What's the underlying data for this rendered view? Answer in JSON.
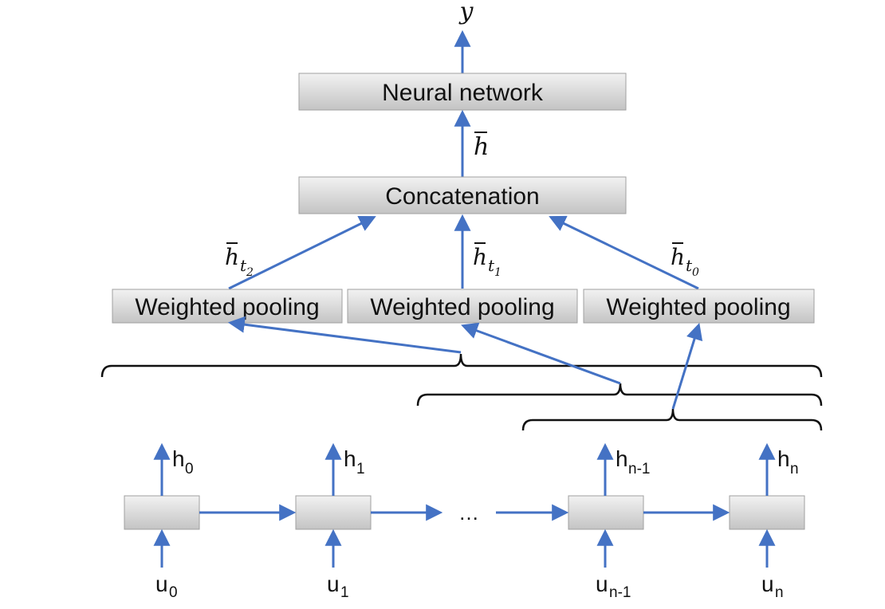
{
  "colors": {
    "arrow": "#4472c4",
    "box_fill_top": "#f2f2f2",
    "box_fill_bottom": "#c4c4c4",
    "box_stroke": "#a0a0a0",
    "bracket": "#111111",
    "text": "#111111"
  },
  "output": {
    "label": "y"
  },
  "neural_network": {
    "label": "Neural network"
  },
  "h_bar": {
    "symbol": "h"
  },
  "concatenation": {
    "label": "Concatenation"
  },
  "pool_edges": [
    {
      "symbol": "h",
      "sub": "t",
      "subsub": "2"
    },
    {
      "symbol": "h",
      "sub": "t",
      "subsub": "1"
    },
    {
      "symbol": "h",
      "sub": "t",
      "subsub": "0"
    }
  ],
  "pooling": [
    {
      "label": "Weighted pooling"
    },
    {
      "label": "Weighted pooling"
    },
    {
      "label": "Weighted pooling"
    }
  ],
  "rnn_cells": [
    {
      "h": "h",
      "h_sub": "0",
      "u": "u",
      "u_sub": "0"
    },
    {
      "h": "h",
      "h_sub": "1",
      "u": "u",
      "u_sub": "1"
    },
    {
      "h": "h",
      "h_sub": "n-1",
      "u": "u",
      "u_sub": "n-1"
    },
    {
      "h": "h",
      "h_sub": "n",
      "u": "u",
      "u_sub": "n"
    }
  ],
  "ellipsis": "…"
}
